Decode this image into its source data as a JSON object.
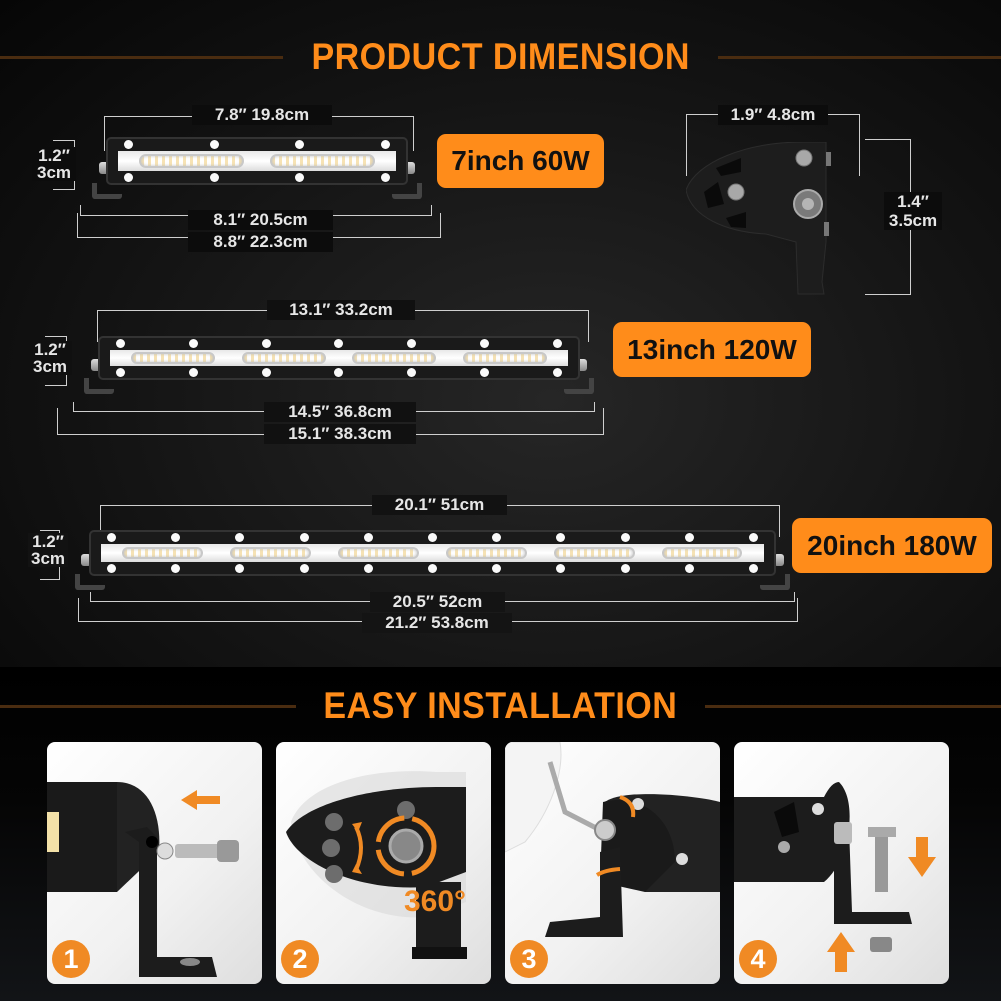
{
  "sections": {
    "dimension_title": "PRODUCT DIMENSION",
    "installation_title": "EASY INSTALLATION"
  },
  "colors": {
    "accent_orange": "#ff8c1a",
    "step_orange": "#f08a24",
    "title_line": "#4a2c10",
    "background": "#000000"
  },
  "products": [
    {
      "badge": "7inch 60W",
      "length_top": "7.8″ 19.8cm",
      "height_in": "1.2″",
      "height_cm": "3cm",
      "mount_width": "8.1″ 20.5cm",
      "overall_width": "8.8″ 22.3cm",
      "pods": 2
    },
    {
      "badge": "13inch 120W",
      "length_top": "13.1″ 33.2cm",
      "height_in": "1.2″",
      "height_cm": "3cm",
      "mount_width": "14.5″ 36.8cm",
      "overall_width": "15.1″ 38.3cm",
      "pods": 4
    },
    {
      "badge": "20inch 180W",
      "length_top": "20.1″ 51cm",
      "height_in": "1.2″",
      "height_cm": "3cm",
      "mount_width": "20.5″ 52cm",
      "overall_width": "21.2″ 53.8cm",
      "pods": 6
    }
  ],
  "side_view": {
    "depth": "1.9″ 4.8cm",
    "height_in": "1.4″",
    "height_cm": "3.5cm"
  },
  "install_steps": [
    {
      "number": "1",
      "icon": "insert-bolt-arrow-left"
    },
    {
      "number": "2",
      "icon": "rotate-360",
      "rotation_label": "360°"
    },
    {
      "number": "3",
      "icon": "tighten-allen-key"
    },
    {
      "number": "4",
      "icon": "mount-bolt-nut-arrows"
    }
  ]
}
